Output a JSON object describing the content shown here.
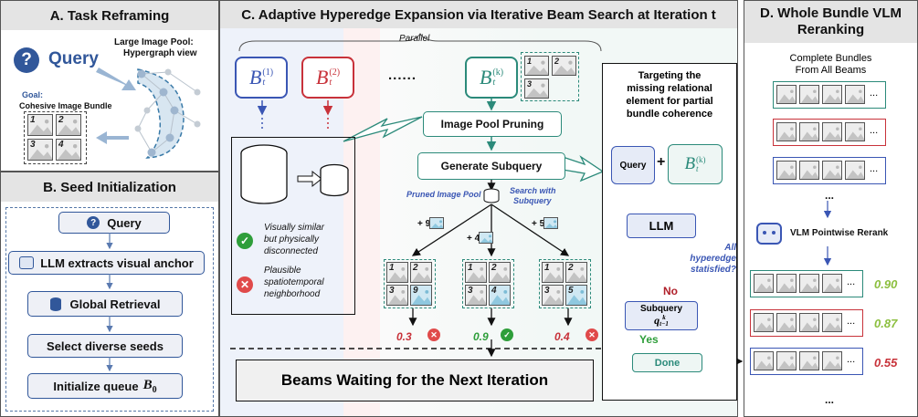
{
  "panel_a": {
    "title": "A. Task Reframing",
    "query": "Query",
    "pool_label_line1": "Large Image Pool:",
    "pool_label_line2": "Hypergraph view",
    "goal_label": "Goal:",
    "bundle_label": "Cohesive Image Bundle",
    "tiles": [
      "1",
      "2",
      "3",
      "4"
    ]
  },
  "panel_b": {
    "title": "B. Seed Initialization",
    "steps": [
      "Query",
      "LLM extracts visual anchor",
      "Global Retrieval",
      "Select diverse seeds",
      "Initialize queue"
    ],
    "queue_symbol": "B",
    "queue_sub": "0"
  },
  "panel_c": {
    "title": "C. Adaptive Hyperedge Expansion via Iterative Beam Search at Iteration t",
    "parallel": "Parallel",
    "beams": [
      {
        "main": "B",
        "sub": "t",
        "sup": "(1)",
        "color": "#3a56b4"
      },
      {
        "main": "B",
        "sub": "t",
        "sup": "(2)",
        "color": "#c8323a"
      },
      {
        "main": "B",
        "sub": "t",
        "sup": "(k)",
        "color": "#2b8a7a"
      }
    ],
    "ellipsis": "......",
    "beam_tiles": [
      "1",
      "2",
      "3"
    ],
    "pruning": "Image Pool Pruning",
    "subquery": "Generate Subquery",
    "pruned_pool": "Pruned Image Pool",
    "search_with_1": "Search with",
    "search_with_2": "Subquery",
    "check_text_1": "Visually similar",
    "check_text_2": "but physically",
    "check_text_3": "disconnected",
    "cross_text_1": "Plausible",
    "cross_text_2": "spatiotemporal",
    "cross_text_3": "neighborhood",
    "candidates": [
      {
        "add": "+ 9",
        "num": "9",
        "score": "0.3",
        "score_color": "#c8323a",
        "ok": false
      },
      {
        "add": "+ 4",
        "num": "4",
        "score": "0.9",
        "score_color": "#2e9e3a",
        "ok": true
      },
      {
        "add": "+ 5",
        "num": "5",
        "score": "0.4",
        "score_color": "#c8323a",
        "ok": false
      }
    ],
    "candidate_tiles": [
      "1",
      "2",
      "3"
    ],
    "waiting": "Beams Waiting for the Next Iteration",
    "target_line1": "Targeting the",
    "target_line2": "missing relational",
    "target_line3": "element for partial",
    "target_line4": "bundle coherence",
    "query_box": "Query",
    "plus": "+",
    "llm": "LLM",
    "question_1": "All",
    "question_2": "hyperedge",
    "question_3": "statisfied?",
    "no": "No",
    "yes": "Yes",
    "subquery_box": "Subquery",
    "subquery_sym": "q",
    "subquery_sup": "k",
    "subquery_sub": "t−1",
    "done": "Done"
  },
  "panel_d": {
    "title_line1": "D. Whole Bundle VLM",
    "title_line2": "Reranking",
    "complete_line1": "Complete Bundles",
    "complete_line2": "From All Beams",
    "dots": "...",
    "vlm": "VLM Pointwise Rerank",
    "scores": [
      {
        "value": "0.90",
        "color": "#8cbf3f"
      },
      {
        "value": "0.87",
        "color": "#8cbf3f"
      },
      {
        "value": "0.55",
        "color": "#c8323a"
      }
    ],
    "bundle_colors": [
      "#2b8a7a",
      "#c8323a",
      "#3a56b4"
    ]
  },
  "colors": {
    "navy": "#31579a",
    "teal": "#2b8a7a",
    "red": "#c8323a",
    "blue": "#3a56b4",
    "green": "#2e9e3a",
    "lime": "#8cbf3f"
  }
}
